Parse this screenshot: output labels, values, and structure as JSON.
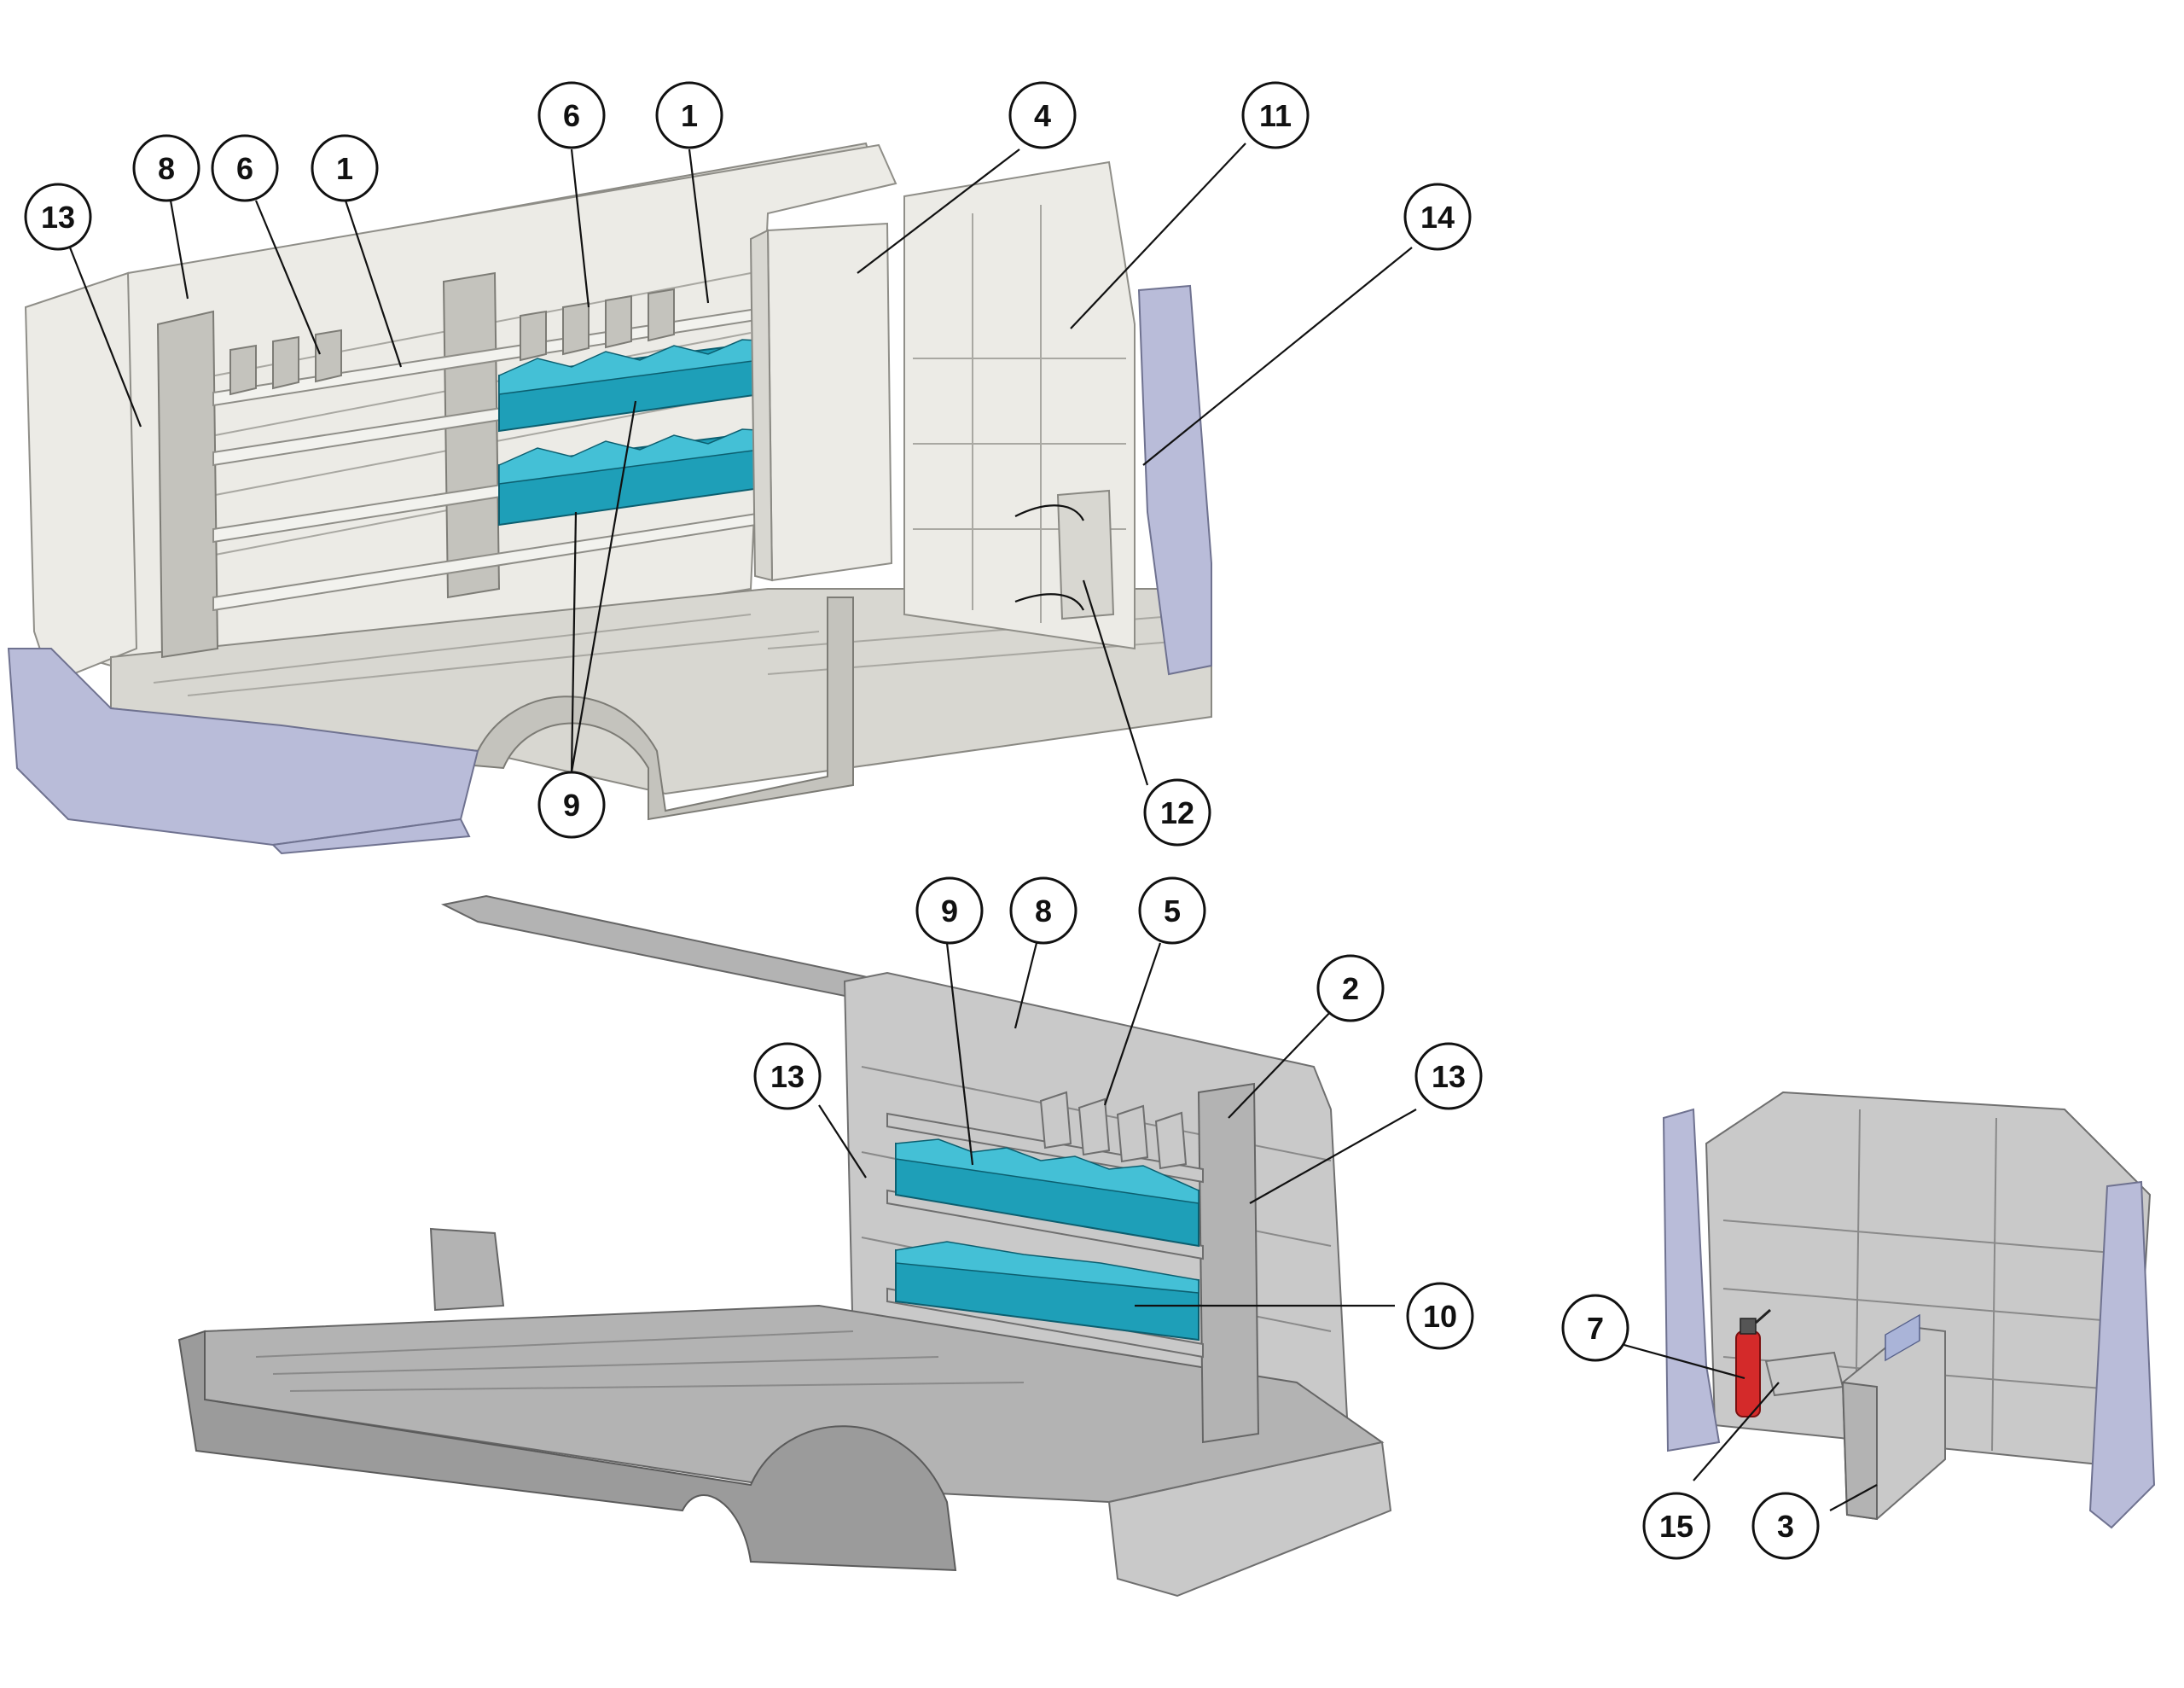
{
  "callouts": {
    "c13a": "13",
    "c8a": "8",
    "c6a": "6",
    "c1a": "1",
    "c6b": "6",
    "c1b": "1",
    "c4": "4",
    "c11": "11",
    "c14": "14",
    "c9a": "9",
    "c12": "12",
    "c9b": "9",
    "c8b": "8",
    "c5": "5",
    "c2": "2",
    "c13b": "13",
    "c13c": "13",
    "c10": "10",
    "c7": "7",
    "c15": "15",
    "c3": "3"
  },
  "colors": {
    "bin_blue": "#1e9fb8",
    "bumper_lavender": "#b9bcd9",
    "extinguisher_red": "#d42a2a"
  }
}
